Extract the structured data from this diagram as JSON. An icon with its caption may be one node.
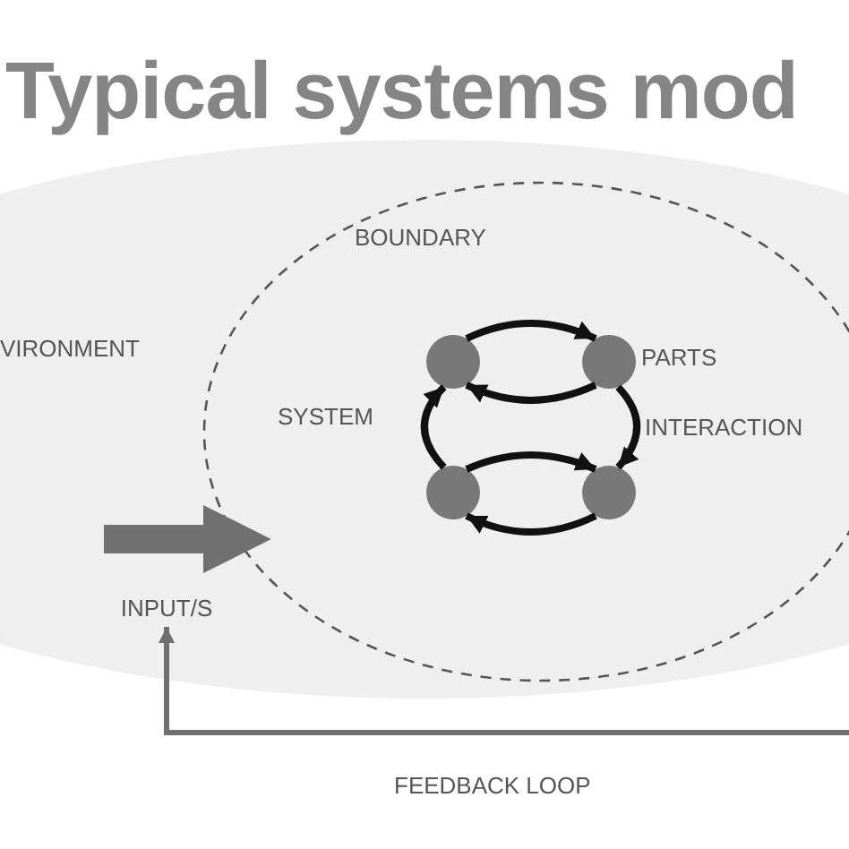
{
  "diagram": {
    "title": "Typical systems mod",
    "nodes": [
      {
        "text": [
          "VIRONMENT"
        ]
      },
      {
        "text": [
          "BOUNDARY"
        ],
        "in": 0
      },
      {
        "text": [],
        "shape": "circle",
        "in": 1
      },
      {
        "text": [],
        "shape": "circle",
        "in": 1,
        "beside": [
          "PARTS"
        ]
      },
      {
        "text": [],
        "shape": "circle",
        "in": 1
      },
      {
        "text": [],
        "shape": "circle",
        "in": 1
      },
      {
        "text": [
          "INPUT/S"
        ],
        "in": 0
      }
    ],
    "edges": [
      {
        "from": 2,
        "to": 3,
        "arrow": "to"
      },
      {
        "from": 3,
        "to": 2,
        "arrow": "to"
      },
      {
        "from": 3,
        "to": 5,
        "arrow": "to"
      },
      {
        "from": 4,
        "to": 5,
        "arrow": "to"
      },
      {
        "from": 5,
        "to": 4,
        "arrow": "to"
      },
      {
        "from": 4,
        "to": 2,
        "arrow": "to"
      },
      {
        "from": null,
        "to": 1,
        "arrow": "to",
        "style": "thick",
        "color": "#707070"
      },
      {
        "from": null,
        "to": 6,
        "arrow": "to",
        "color": "#707070"
      }
    ],
    "labels": [
      "SYSTEM",
      "INTERACTION",
      "FEEDBACK LOOP"
    ]
  }
}
